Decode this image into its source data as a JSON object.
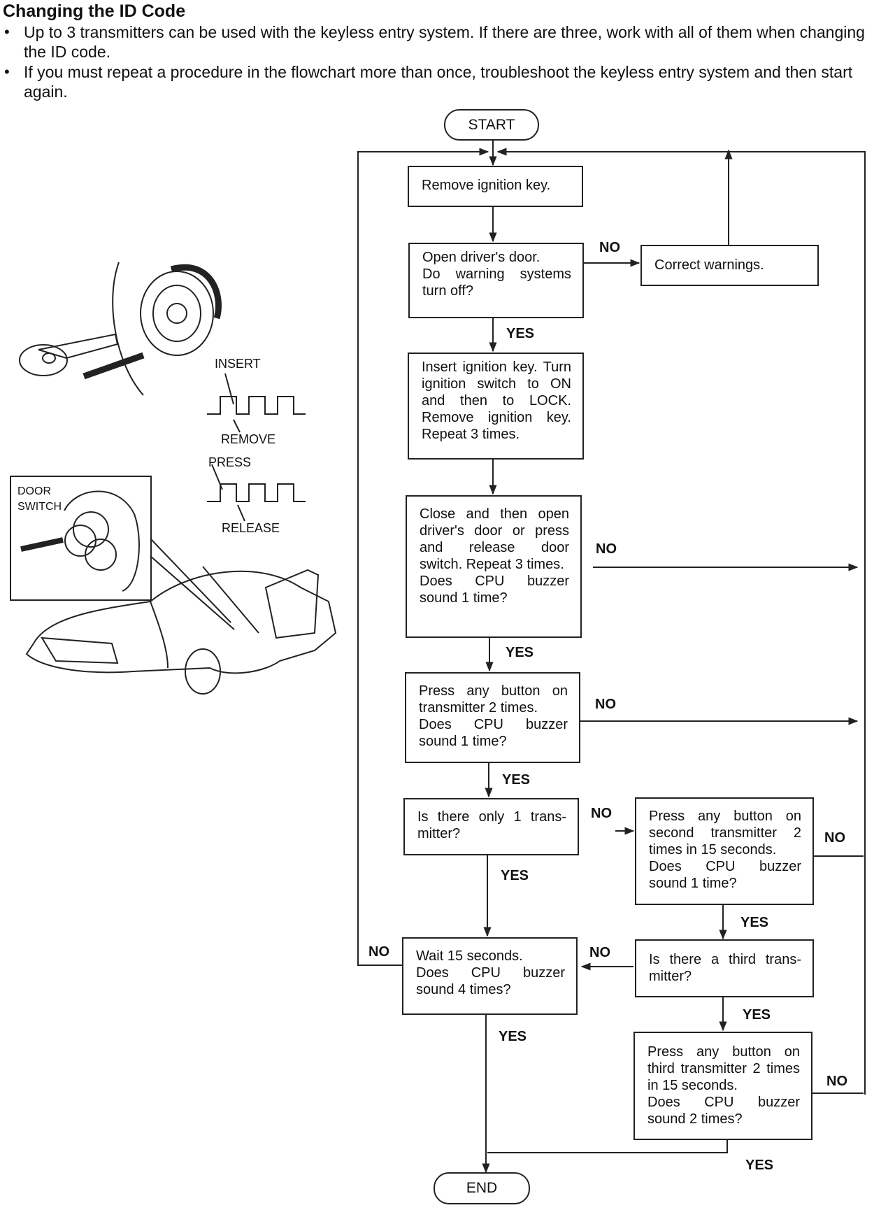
{
  "heading": "Changing the ID Code",
  "bullets": [
    "Up to 3 transmitters can be used with the keyless entry system. If there are three, work with all of them when changing the ID code.",
    "If you must repeat a procedure in the flowchart more than once, troubleshoot the keyless entry system and then start again."
  ],
  "flowchart": {
    "start": "START",
    "end": "END",
    "steps": {
      "remove_key": "Remove ignition key.",
      "open_door": "Open driver's door.\nDo warning systems turn off?",
      "correct_warnings": "Correct warnings.",
      "insert_key": "Insert ignition key. Turn ignition switch to ON and then to LOCK. Remove ignition key. Repeat 3 times.",
      "close_door": "Close and then open driver's door or press and release door switch. Repeat 3 times.\nDoes CPU buzzer sound 1 time?",
      "press_button": "Press any button on transmitter 2 times.\nDoes CPU buzzer sound 1 time?",
      "only_one": "Is there only 1 trans-mitter?",
      "second_tx": "Press any button on second transmitter 2 times in 15 seconds.\nDoes CPU buzzer sound 1 time?",
      "wait": "Wait 15 seconds.\nDoes CPU buzzer sound 4 times?",
      "third_q": "Is there a third trans-mitter?",
      "third_tx": "Press any button on third transmitter 2 times in 15 seconds.\nDoes CPU buzzer sound 2 times?"
    },
    "yes": "YES",
    "no": "NO"
  },
  "illustration": {
    "insert": "INSERT",
    "remove": "REMOVE",
    "press": "PRESS",
    "release": "RELEASE",
    "door_switch": "DOOR\nSWITCH"
  }
}
